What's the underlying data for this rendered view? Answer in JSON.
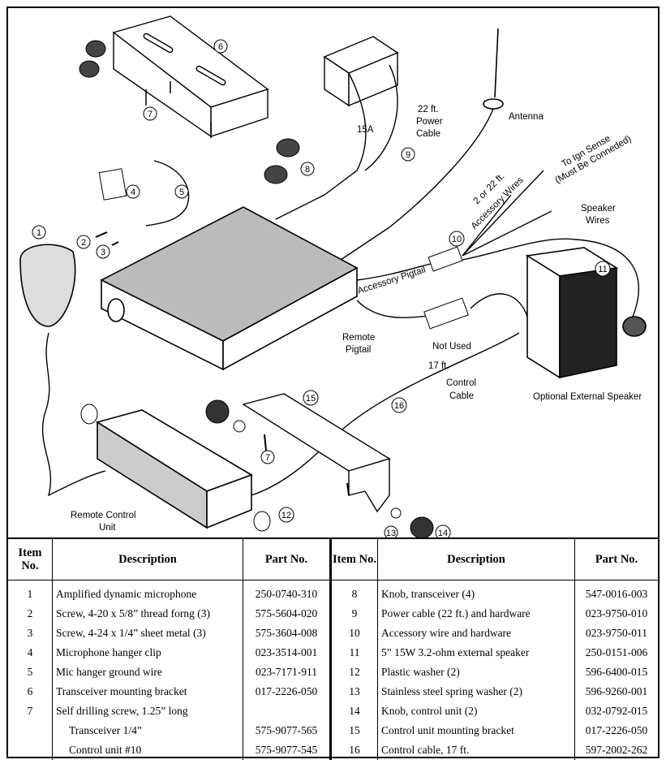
{
  "diagram": {
    "callouts": [
      "1",
      "2",
      "3",
      "4",
      "5",
      "6",
      "7",
      "8",
      "9",
      "10",
      "11",
      "12",
      "13",
      "14",
      "15",
      "16",
      "7"
    ],
    "labels": {
      "fuse": "15A",
      "power_cable_1": "22 ft.",
      "power_cable_2": "Power",
      "power_cable_3": "Cable",
      "antenna": "Antenna",
      "ign_sense_1": "To Ign Sense",
      "ign_sense_2": "(Must Be Conneded)",
      "accessory_wires_1": "2 or 22 ft.",
      "accessory_wires_2": "Accessory Wires",
      "speaker_wires_1": "Speaker",
      "speaker_wires_2": "Wires",
      "accessory_pigtail": "Accessory Pigtail",
      "remote_pigtail_1": "Remote",
      "remote_pigtail_2": "Pigtail",
      "not_used": "Not Used",
      "control_cable_1": "17 ft.",
      "control_cable_2": "Control",
      "control_cable_3": "Cable",
      "optional_speaker": "Optional External Speaker",
      "remote_unit_1": "Remote Control",
      "remote_unit_2": "Unit"
    }
  },
  "table": {
    "headers": {
      "item": "Item No.",
      "description": "Description",
      "part": "Part No."
    },
    "left": [
      {
        "item": "1",
        "desc": "Amplified dynamic microphone",
        "part": "250-0740-310"
      },
      {
        "item": "2",
        "desc": "Screw, 4-20 x 5/8” thread forng (3)",
        "part": "575-5604-020"
      },
      {
        "item": "3",
        "desc": "Screw, 4-24 x 1/4” sheet metal (3)",
        "part": "575-3604-008"
      },
      {
        "item": "4",
        "desc": "Microphone hanger clip",
        "part": "023-3514-001"
      },
      {
        "item": "5",
        "desc": "Mic hanger ground wire",
        "part": "023-7171-911"
      },
      {
        "item": "6",
        "desc": "Transceiver mounting bracket",
        "part": "017-2226-050"
      },
      {
        "item": "7",
        "desc": "Self drilling screw, 1.25” long",
        "part": ""
      },
      {
        "item": "",
        "desc": "Transceiver 1/4”",
        "part": "575-9077-565"
      },
      {
        "item": "",
        "desc": "Control unit #10",
        "part": "575-9077-545"
      }
    ],
    "right": [
      {
        "item": "8",
        "desc": "Knob, transceiver (4)",
        "part": "547-0016-003"
      },
      {
        "item": "9",
        "desc": "Power cable (22 ft.) and hardware",
        "part": "023-9750-010"
      },
      {
        "item": "10",
        "desc": "Accessory wire and hardware",
        "part": "023-9750-011"
      },
      {
        "item": "11",
        "desc": "5” 15W 3.2-ohm external speaker",
        "part": "250-0151-006"
      },
      {
        "item": "12",
        "desc": "Plastic washer (2)",
        "part": "596-6400-015"
      },
      {
        "item": "13",
        "desc": "Stainless steel spring washer (2)",
        "part": "596-9260-001"
      },
      {
        "item": "14",
        "desc": "Knob, control unit (2)",
        "part": "032-0792-015"
      },
      {
        "item": "15",
        "desc": "Control unit mounting bracket",
        "part": "017-2226-050"
      },
      {
        "item": "16",
        "desc": "Control cable, 17 ft.",
        "part": "597-2002-262"
      }
    ]
  }
}
